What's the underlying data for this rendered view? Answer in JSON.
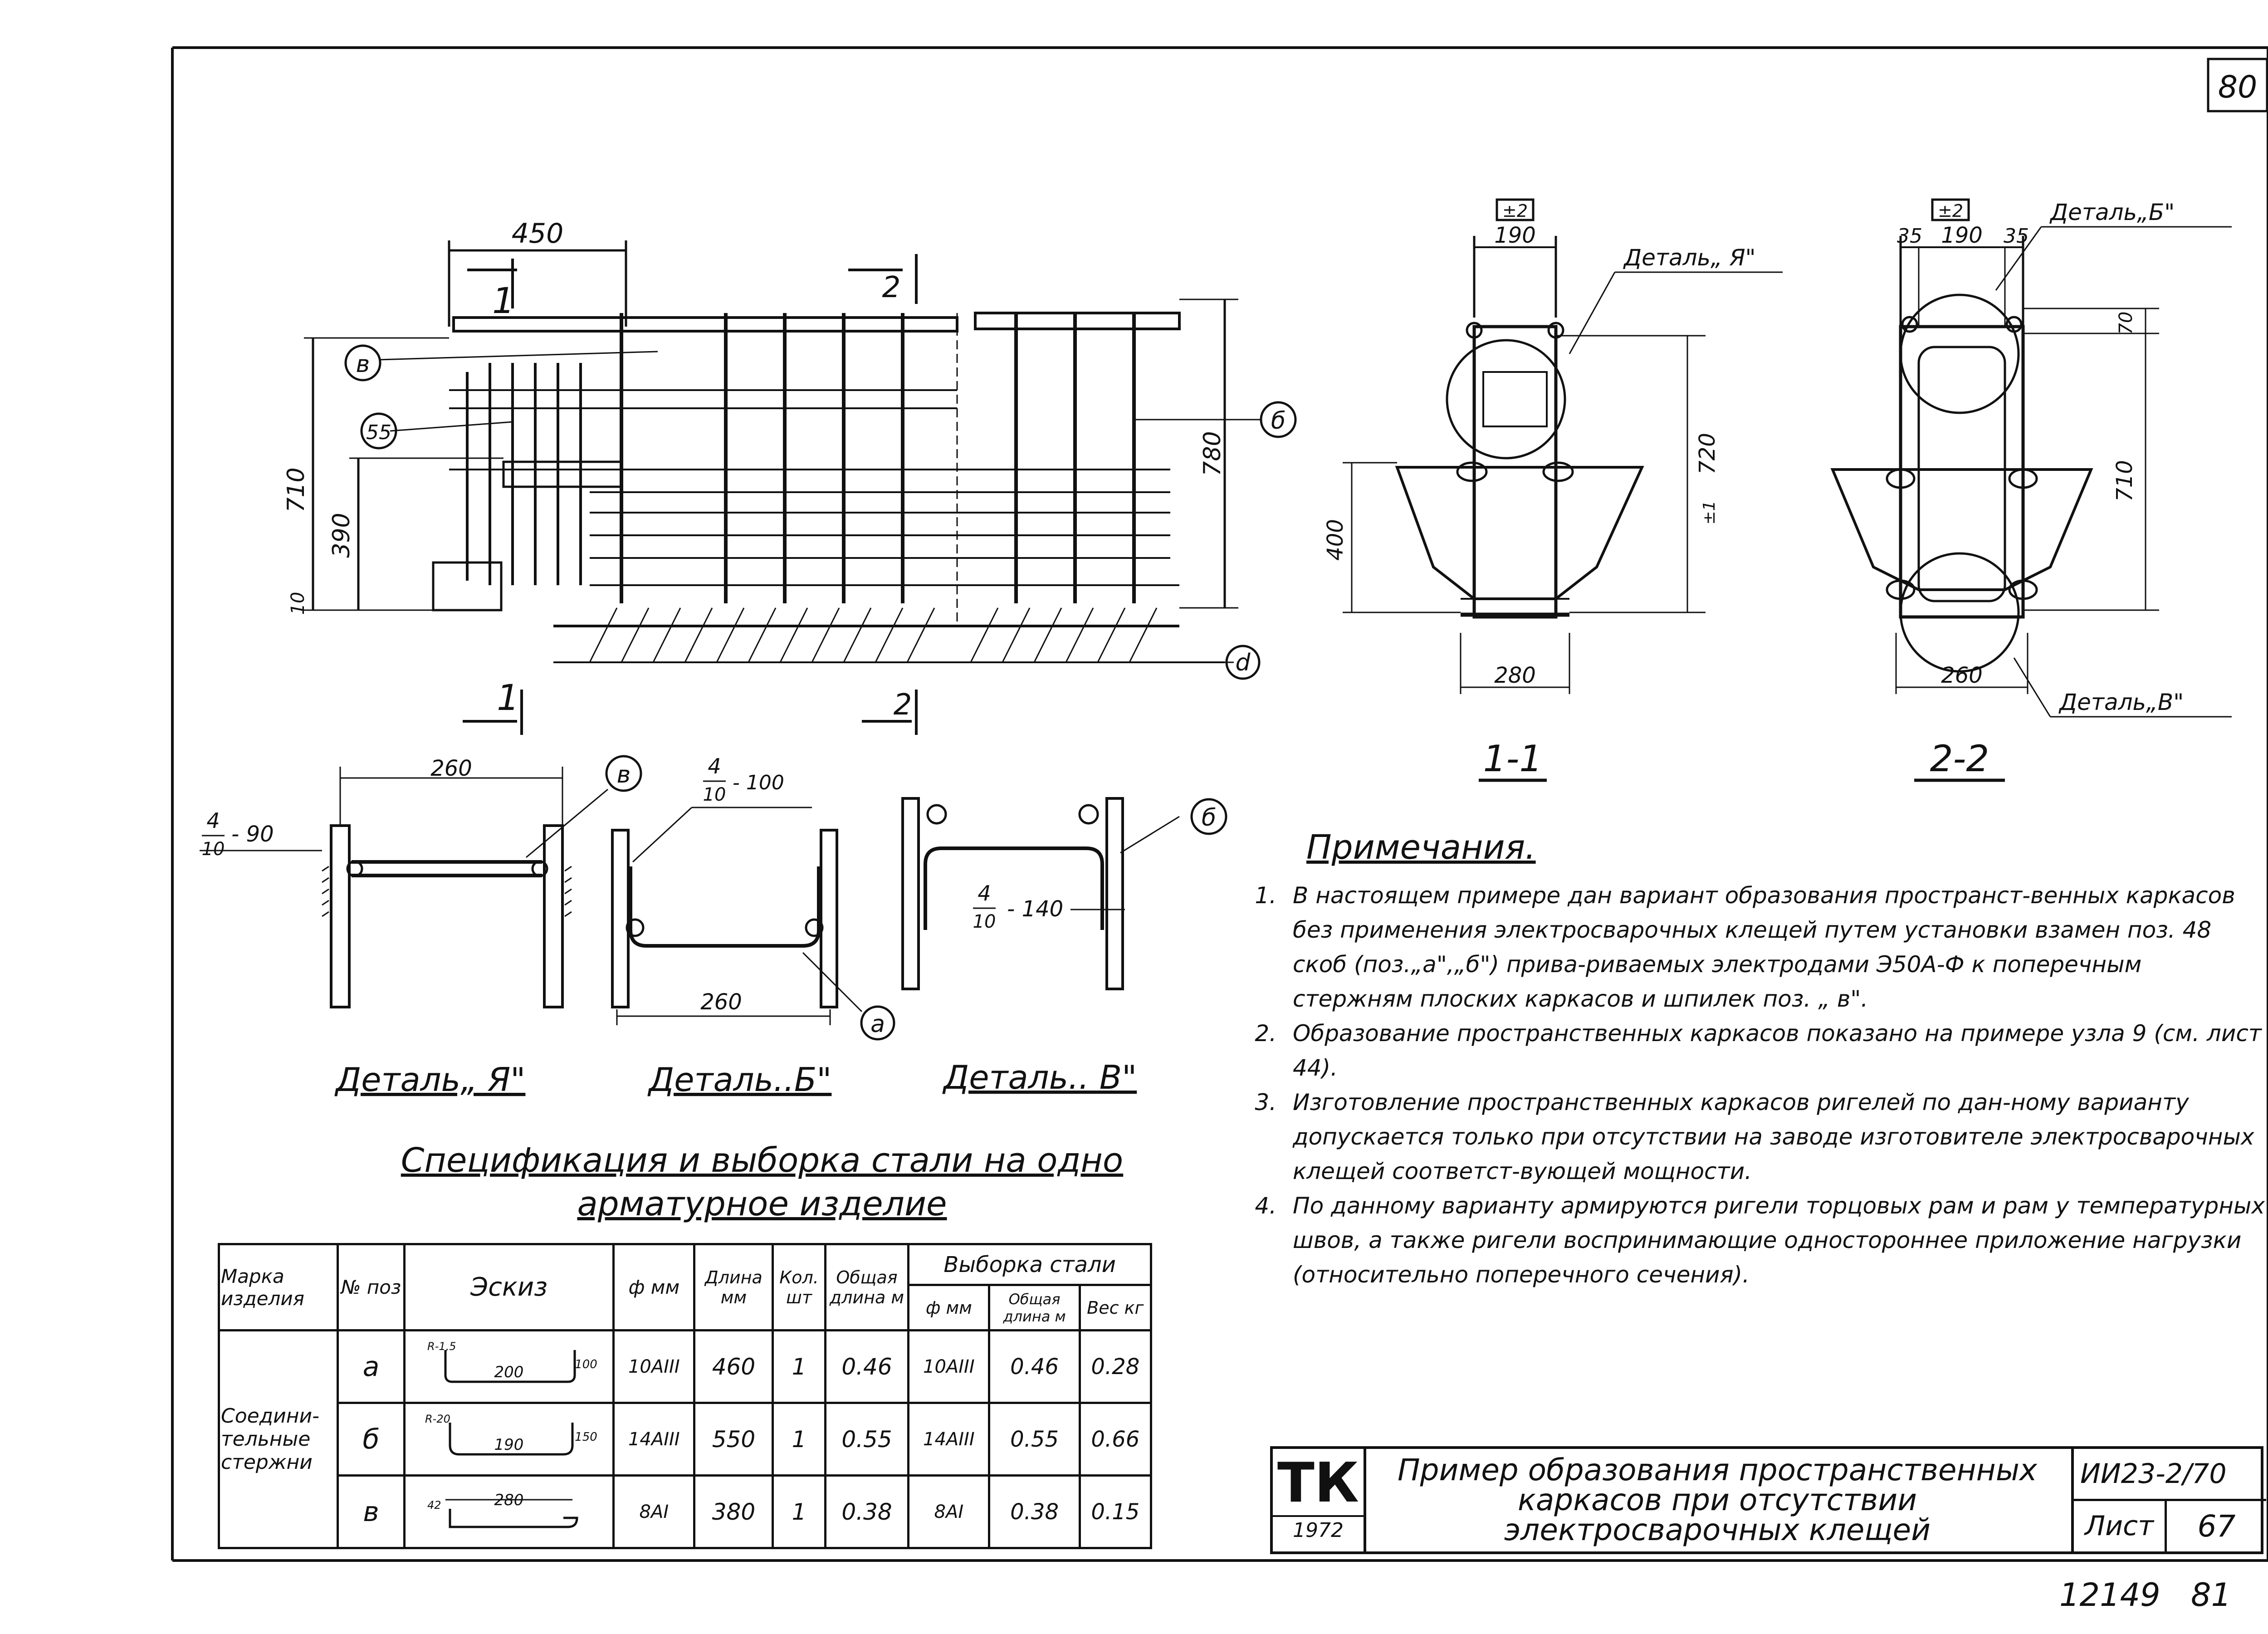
{
  "page_number": "80",
  "archive_number": "12149",
  "archive_suffix": "81",
  "elevation": {
    "top_span": "450",
    "height_710": "710",
    "height_390": "390",
    "height_10": "10",
    "height_780": "780",
    "section_1": "1",
    "section_2": "2",
    "marker_v": "в",
    "marker_b": "б",
    "marker_d": "d",
    "marker_55": "55"
  },
  "section_11": {
    "title": "1-1",
    "tol": "±2",
    "width_top": "190",
    "width_bottom": "280",
    "height_400": "400",
    "height_720": "720",
    "tol_side": "±1",
    "detail_label": "Деталь„ Я\""
  },
  "section_22": {
    "title": "2-2",
    "tol": "±2",
    "dim_35_left": "35",
    "dim_190": "190",
    "dim_35_right": "35",
    "dim_70": "70",
    "dim_710": "710",
    "width_bottom": "260",
    "detail_b": "Деталь„Б\"",
    "detail_v": "Деталь„В\""
  },
  "details": [
    {
      "title": "Деталь„ Я\"",
      "width": "260",
      "frac_num": "4",
      "frac_den": "10",
      "frac_val": "- 90",
      "marker": "в"
    },
    {
      "title": "Деталь..Б\"",
      "width": "260",
      "frac_num": "4",
      "frac_den": "10",
      "frac_val": "- 100",
      "marker": "а"
    },
    {
      "title": "Деталь.. В\"",
      "width": "",
      "frac_num": "4",
      "frac_den": "10",
      "frac_val": "- 140",
      "marker": "б"
    }
  ],
  "spec": {
    "title_line1": "Спецификация и выборка стали на одно",
    "title_line2": "арматурное изделие",
    "headers": {
      "mark": "Марка изделия",
      "pos": "№ поз",
      "sketch": "Эскиз",
      "phi": "ф мм",
      "length": "Длина мм",
      "qty": "Кол. шт",
      "total": "Общая длина м",
      "selection": "Выборка стали",
      "sel_phi": "ф мм",
      "sel_total": "Общая длина м",
      "sel_weight": "Вес кг"
    },
    "group": "Соедини-тельные стержни",
    "rows": [
      {
        "pos": "а",
        "sketch_r": "R-1,5",
        "sketch_w": "200",
        "sketch_h": "100",
        "phi": "10АIII",
        "length": "460",
        "qty": "1",
        "total": "0.46",
        "sel_phi": "10АIII",
        "sel_total": "0.46",
        "weight": "0.28"
      },
      {
        "pos": "б",
        "sketch_r": "R-20",
        "sketch_w": "190",
        "sketch_h": "150",
        "phi": "14АIII",
        "length": "550",
        "qty": "1",
        "total": "0.55",
        "sel_phi": "14АIII",
        "sel_total": "0.55",
        "weight": "0.66"
      },
      {
        "pos": "в",
        "sketch_r": "42",
        "sketch_w": "280",
        "sketch_h": "",
        "phi": "8АI",
        "length": "380",
        "qty": "1",
        "total": "0.38",
        "sel_phi": "8АI",
        "sel_total": "0.38",
        "weight": "0.15"
      }
    ]
  },
  "notes": {
    "title": "Примечания.",
    "items": [
      "В настоящем примере дан вариант образования пространст-венных каркасов без применения электросварочных клещей путем установки взамен поз. 48 скоб (поз.„а\",„б\") прива-риваемых электродами Э50А-Ф к поперечным стержням плоских каркасов и шпилек поз. „ в\".",
      "Образование пространственных каркасов показано на примере узла 9 (см. лист 44).",
      "Изготовление пространственных каркасов ригелей по дан-ному варианту допускается только при отсутствии на заводе изготовителе электросварочных клещей соответст-вующей мощности.",
      "По данному варианту армируются ригели торцовых рам и рам у температурных швов, а также ригели воспринимающие одностороннее приложение нагрузки (относительно поперечного сечения)."
    ]
  },
  "stamp": {
    "logo": "ТК",
    "year": "1972",
    "title": "Пример образования пространственных каркасов при отсутствии электросварочных клещей",
    "code": "ИИ23-",
    "code_frac": "2/70",
    "sheet_label": "Лист",
    "sheet_no": "67"
  }
}
